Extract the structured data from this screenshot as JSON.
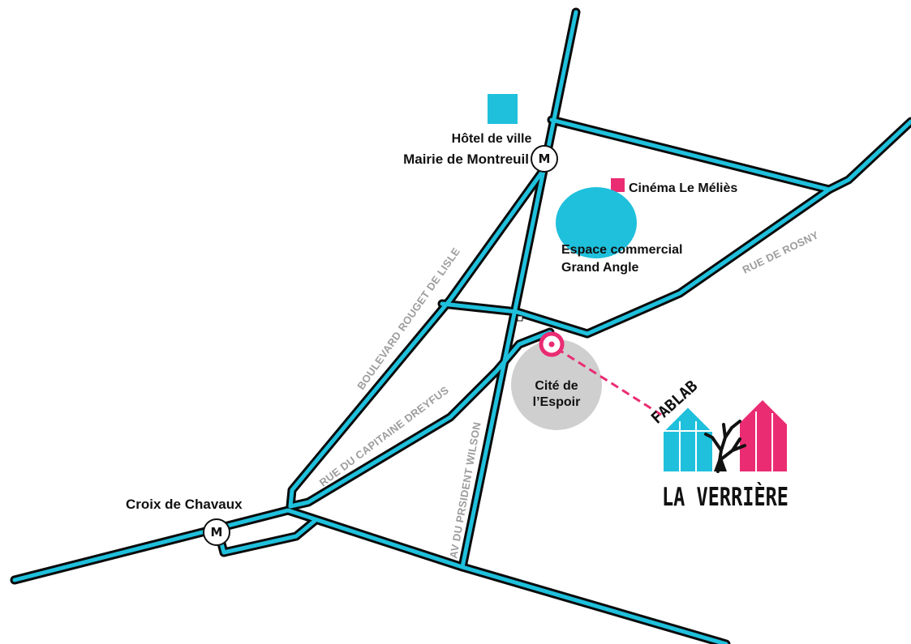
{
  "map": {
    "places": {
      "hotel_de_ville": "Hôtel de ville",
      "mairie": "Mairie de Montreuil",
      "cinema": "Cinéma Le Méliès",
      "espace_line1": "Espace commercial",
      "espace_line2": "Grand Angle",
      "cite_line1": "Cité de",
      "cite_line2": "l’Espoir",
      "croix": "Croix de Chavaux"
    },
    "streets": {
      "rouget": "BOULEVARD ROUGET DE LISLE",
      "dreyfus": "RUE DU CAPITAINE DREYFUS",
      "wilson": "AV DU PRSIDENT WILSON",
      "rosny": "RUE DE ROSNY"
    },
    "metro_symbol": "M",
    "logo": {
      "fablab": "FABLAB",
      "name": "LA VERRIÈRE"
    },
    "colors": {
      "road": "#1fc0dc",
      "road_border": "#0a0a0a",
      "accent_pink": "#ea2c73",
      "cite_gray": "#cfcfd0",
      "label_gray": "#9d9d9d"
    }
  }
}
